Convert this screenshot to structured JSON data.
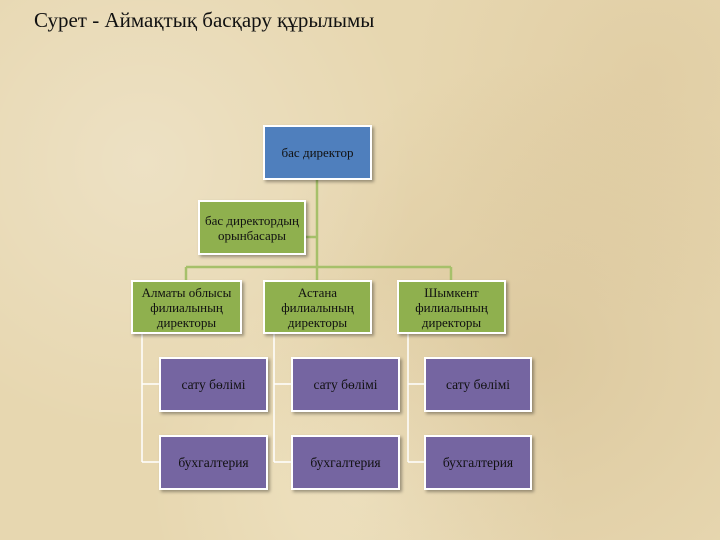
{
  "title": "Сурет -  Аймақтық басқару құрылымы",
  "nodes": {
    "ceo": "бас директор",
    "deputy": "бас директордың орынбасары",
    "branch_almaty": "Алматы облысы филиалының директоры",
    "branch_astana": "Астана филиалының директоры",
    "branch_shymkent": "Шымкент филиалының директоры",
    "sales": "сату бөлімі",
    "accounting": "бухгалтерия"
  },
  "colors": {
    "ceo": "#4f7fbd",
    "branch": "#8fb04e",
    "department": "#7565a1",
    "connector": "#a6c06a"
  }
}
